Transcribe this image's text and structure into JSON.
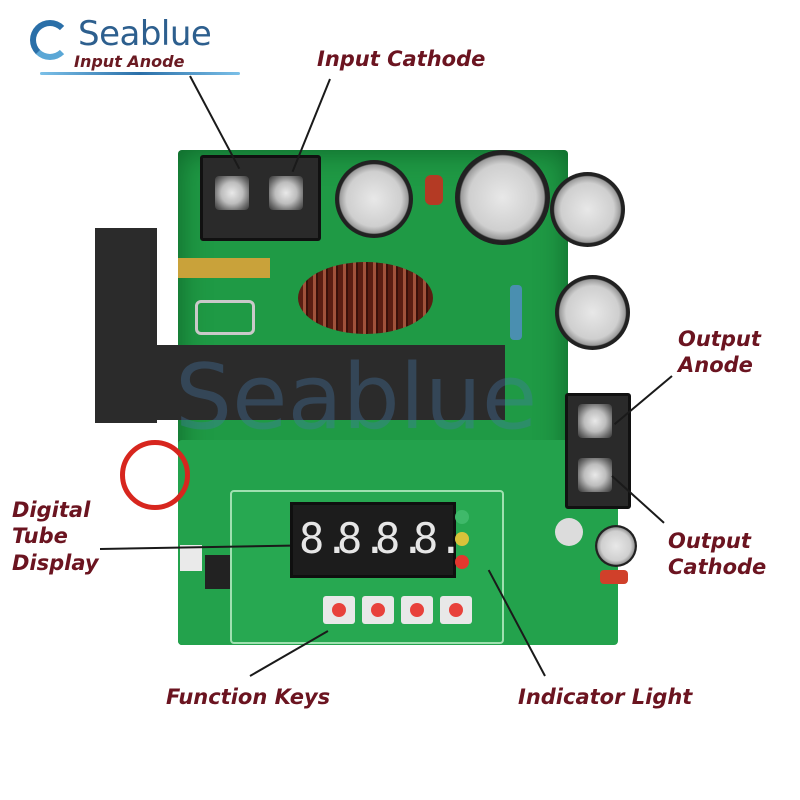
{
  "brand": {
    "logo_text": "Seablue",
    "logo_overlay_text": "Input Anode",
    "watermark_text": "Seablue"
  },
  "labels": {
    "input_cathode": "Input Cathode",
    "input_anode": "Input Anode",
    "output_anode_line1": "Output",
    "output_anode_line2": "Anode",
    "output_cathode_line1": "Output",
    "output_cathode_line2": "Cathode",
    "digital_tube_line1": "Digital",
    "digital_tube_line2": "Tube",
    "digital_tube_line3": "Display",
    "function_keys": "Function Keys",
    "indicator_light": "Indicator Light"
  },
  "display": {
    "digits": [
      "8.",
      "8.",
      "8.",
      "8."
    ]
  },
  "indicators": [
    {
      "name": "led-1",
      "color": "#3fb96a"
    },
    {
      "name": "led-2",
      "color": "#d9c23a"
    },
    {
      "name": "led-3",
      "color": "#e2362e"
    }
  ],
  "function_keys_count": 4,
  "colors": {
    "label_text": "#6b1420",
    "pcb_green": "#1f9a45",
    "logo_blue": "#2d5f8e"
  }
}
